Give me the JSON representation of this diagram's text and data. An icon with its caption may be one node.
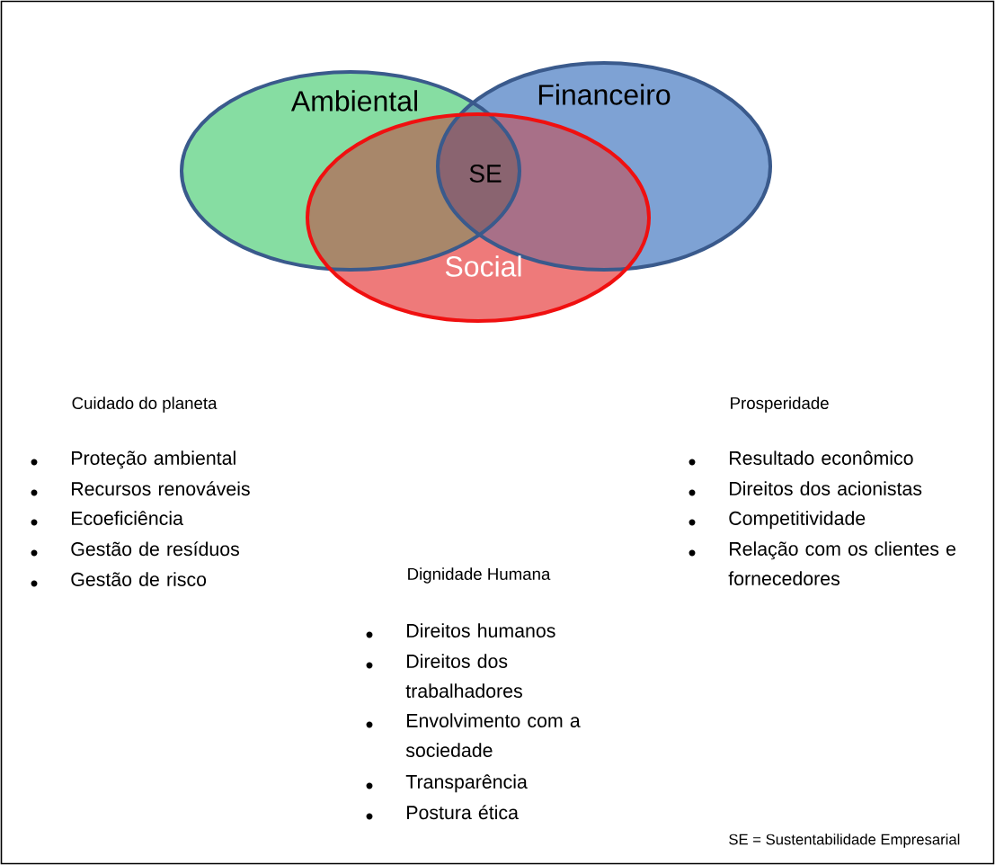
{
  "diagram": {
    "nodes": [
      {
        "text": [
          "Ambiental"
        ]
      },
      {
        "text": [
          "Financeiro"
        ]
      },
      {
        "text": [
          "Social"
        ]
      }
    ],
    "labels": [
      "SE",
      "Cuidado do planeta",
      "Prosperidade",
      "Proteção ambiental",
      "Resultado econômico",
      "Recursos renováveis",
      "Direitos dos acionistas",
      "Ecoeficiência",
      "Competitividade",
      "Gestão de resíduos",
      "Relação com os clientes e fornecedores",
      "Gestão de risco",
      "Dignidade Humana",
      "Direitos humanos",
      "Direitos dos trabalhadores",
      "Envolvimento com a sociedade",
      "Transparência",
      "Postura ética",
      "SE = Sustentabilidade Empresarial"
    ]
  }
}
